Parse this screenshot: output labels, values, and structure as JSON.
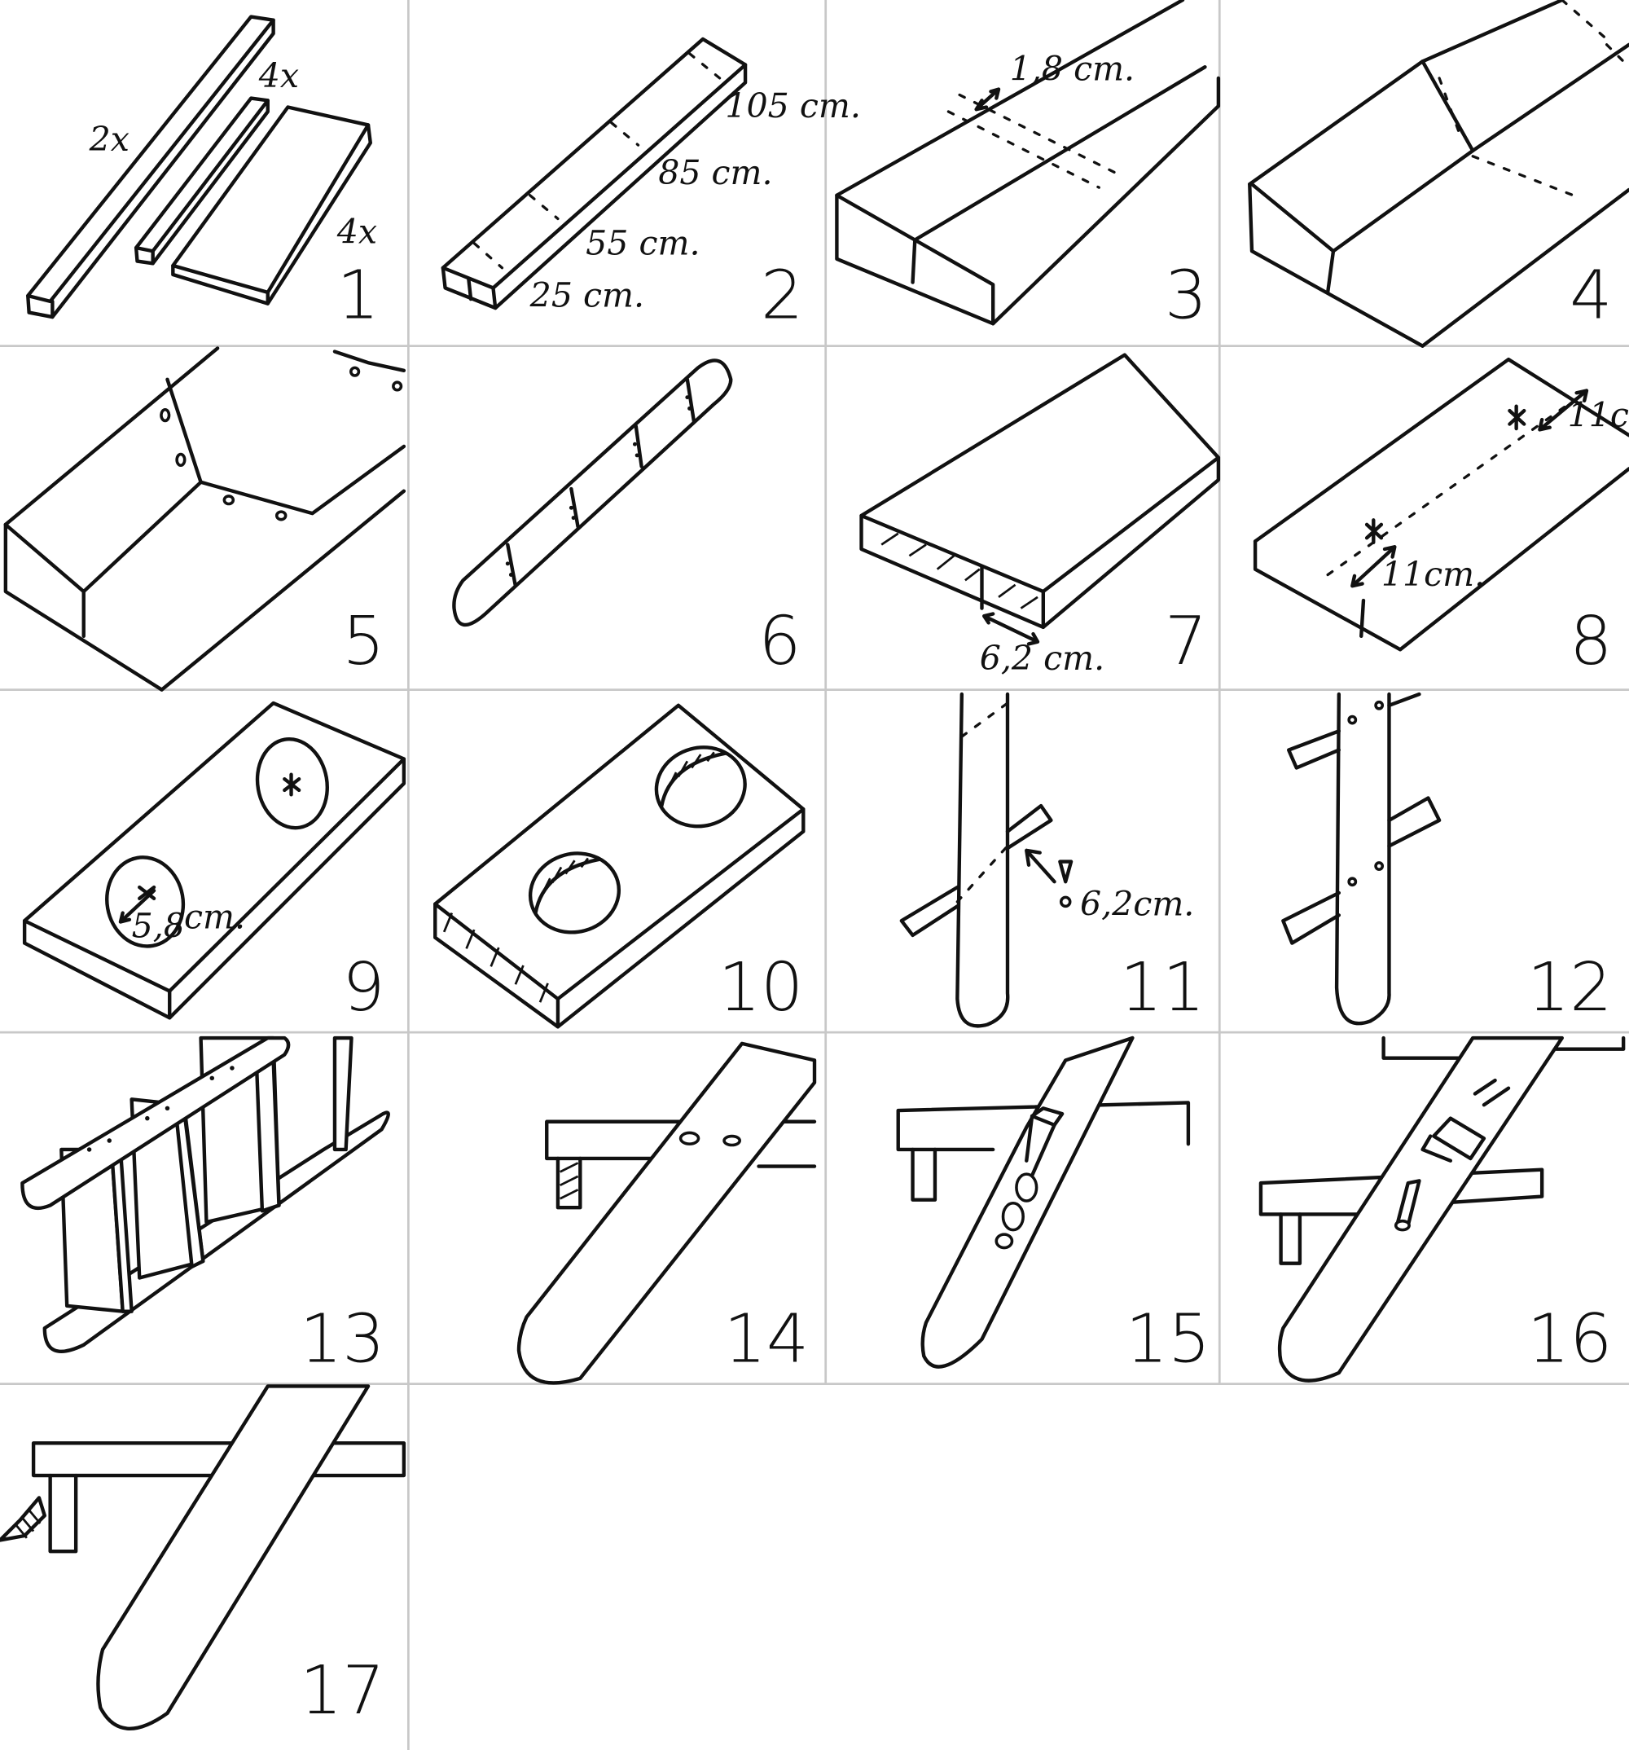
{
  "panels": [
    {
      "number": "1",
      "labels": [
        "2x",
        "4x",
        "4x"
      ]
    },
    {
      "number": "2",
      "labels": [
        "105 cm.",
        "85 cm.",
        "55 cm.",
        "25 cm."
      ]
    },
    {
      "number": "3",
      "labels": [
        "1,8 cm."
      ]
    },
    {
      "number": "4",
      "labels": []
    },
    {
      "number": "5",
      "labels": []
    },
    {
      "number": "6",
      "labels": []
    },
    {
      "number": "7",
      "labels": [
        "6,2 cm."
      ]
    },
    {
      "number": "8",
      "labels": [
        "11cm.",
        "11cm."
      ]
    },
    {
      "number": "9",
      "labels": [
        "5,8",
        "cm."
      ]
    },
    {
      "number": "10",
      "labels": []
    },
    {
      "number": "11",
      "labels": [
        "6,2cm."
      ]
    },
    {
      "number": "12",
      "labels": []
    },
    {
      "number": "13",
      "labels": []
    },
    {
      "number": "14",
      "labels": []
    },
    {
      "number": "15",
      "labels": []
    },
    {
      "number": "16",
      "labels": []
    },
    {
      "number": "17",
      "labels": []
    }
  ]
}
